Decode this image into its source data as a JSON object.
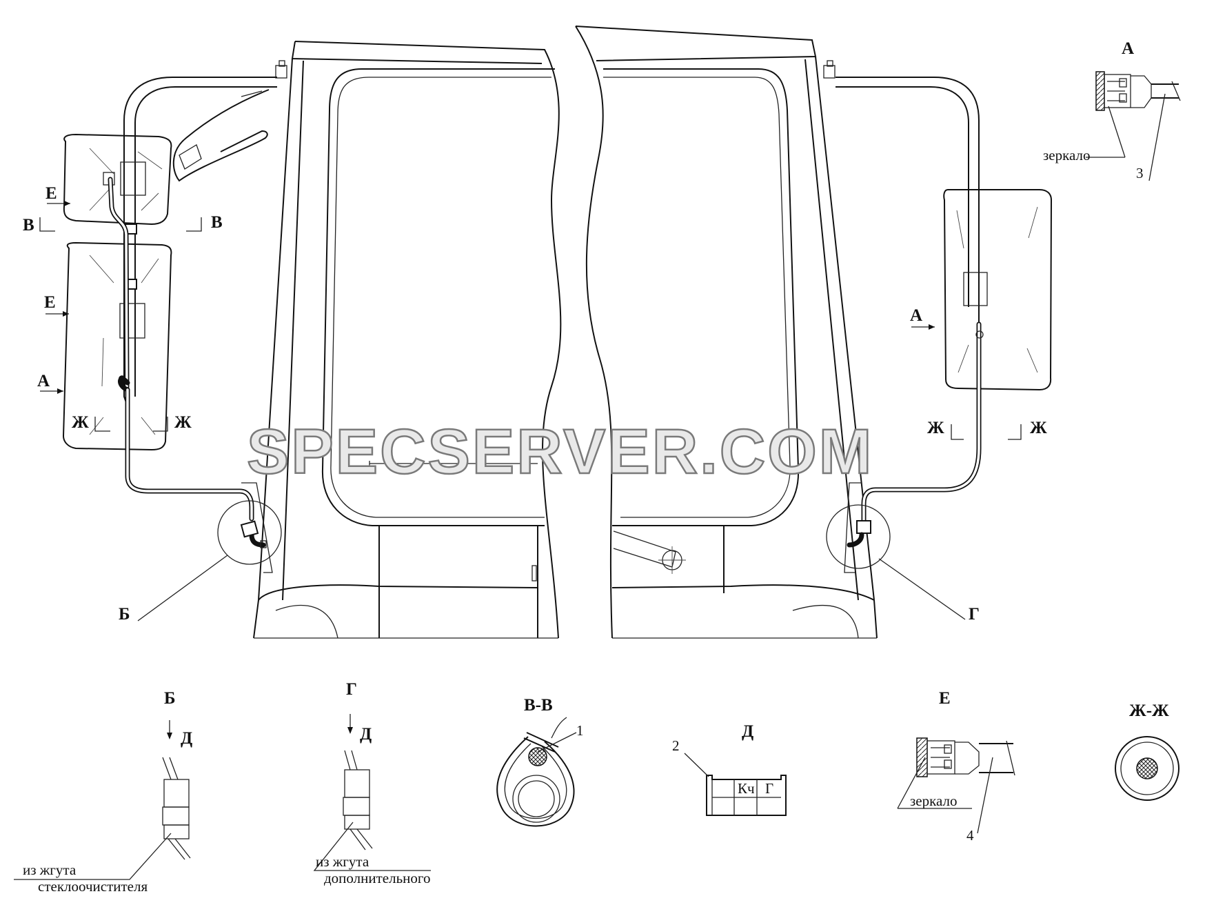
{
  "watermark": "SPECSERVER.COM",
  "callouts": {
    "A": "А",
    "B": "Б",
    "V": "В",
    "G": "Г",
    "D": "Д",
    "E": "Е",
    "Zh": "Ж"
  },
  "details": {
    "view_a": {
      "title": "А",
      "mirror_label": "зеркало",
      "part_number": "3"
    },
    "view_b": {
      "title": "Б",
      "arrow_label": "Д",
      "source_line1": "из жгута",
      "source_line2": "стеклоочистителя"
    },
    "view_g": {
      "title": "Г",
      "arrow_label": "Д",
      "source_line1": "из жгута",
      "source_line2": "дополнительного"
    },
    "section_vv": {
      "title": "В-В",
      "part_number": "1"
    },
    "view_d": {
      "title": "Д",
      "part_number": "2",
      "pin_kch": "Кч",
      "pin_g": "Г"
    },
    "view_e": {
      "title": "Е",
      "mirror_label": "зеркало",
      "part_number": "4"
    },
    "section_zhzh": {
      "title": "Ж-Ж"
    }
  }
}
